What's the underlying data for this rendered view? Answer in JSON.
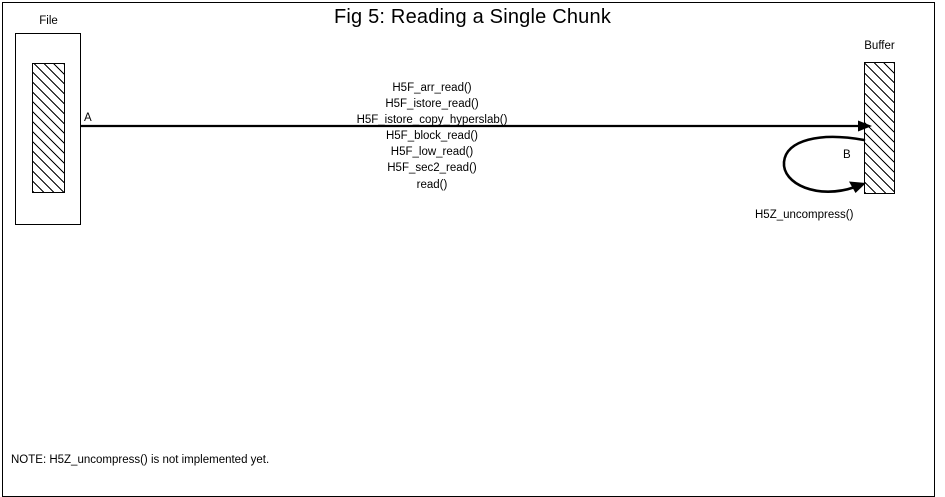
{
  "figure": {
    "title": "Fig 5:  Reading a Single Chunk",
    "footer_note": "NOTE: H5Z_uncompress() is not implemented yet.",
    "background_color": "#ffffff",
    "line_color": "#000000"
  },
  "source": {
    "caption": "File",
    "chunk_fill": "hatch-45"
  },
  "destination": {
    "caption": "Buffer",
    "fill": "hatch-45"
  },
  "transfer_arrow": {
    "label": "A",
    "call_stack": [
      "H5F_arr_read()",
      "H5F_istore_read()",
      "H5F_istore_copy_hyperslab()",
      "H5F_block_read()",
      "H5F_low_read()",
      "H5F_sec2_read()",
      "read()"
    ]
  },
  "loop_arrow": {
    "label": "B",
    "caption": "H5Z_uncompress()"
  }
}
